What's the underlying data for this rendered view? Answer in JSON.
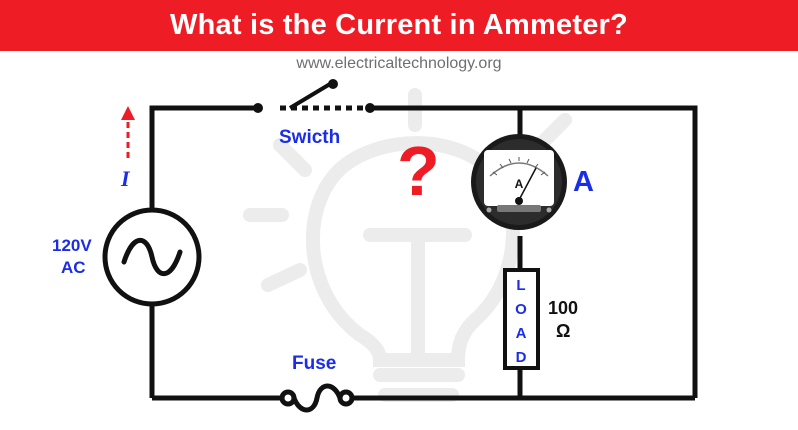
{
  "header": {
    "title": "What is the Current in Ammeter?"
  },
  "source": {
    "website": "www.electricaltechnology.org"
  },
  "labels": {
    "switch": "Swicth",
    "current": "I",
    "source_voltage": "120V",
    "source_type": "AC",
    "unknown": "?",
    "ammeter": "A",
    "ammeter_face": "A",
    "load_letters": [
      "L",
      "O",
      "A",
      "D"
    ],
    "resistance_value": "100",
    "resistance_unit": "Ω",
    "fuse": "Fuse"
  },
  "colors": {
    "banner": "#ee1c24",
    "label_blue": "#1b2ee6",
    "arrow_red": "#ee1c24",
    "wire": "#111111",
    "watermark_bulb": "#ececec"
  },
  "icons": [
    "ac-source-icon",
    "ammeter-icon",
    "fuse-icon",
    "lightbulb-watermark-icon",
    "current-arrow-icon"
  ]
}
